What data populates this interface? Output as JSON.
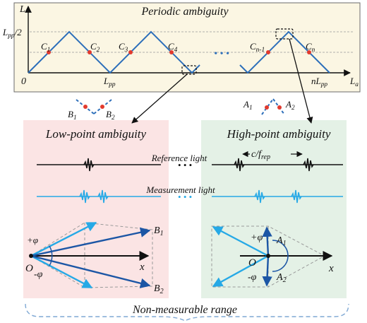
{
  "colors": {
    "top_panel_bg": "#fbf6e3",
    "low_panel_bg": "#fbe4e4",
    "high_panel_bg": "#e4f1e6",
    "zigzag_blue": "#2d6fba",
    "marker_red": "#e23a2e",
    "light_blue": "#26a9e6",
    "dark_blue": "#1c56a5"
  },
  "periodic_panel": {
    "title": "Periodic ambiguity",
    "y_axis_label": "L",
    "y_tick_label": "Lpp/2",
    "x_axis_label": "La",
    "origin_label": "0",
    "x_ticks": [
      "Lpp",
      "nLpp"
    ],
    "points": [
      "C1",
      "C2",
      "C3",
      "C4",
      "Cn-1",
      "Cn"
    ],
    "ellipsis": "• • •"
  },
  "inset_labels": {
    "low": [
      "B1",
      "B2"
    ],
    "high": [
      "A1",
      "A2"
    ]
  },
  "low_panel": {
    "title": "Low-point ambiguity",
    "phase_plus": "+φ",
    "phase_minus": "-φ",
    "origin": "O",
    "x_label": "x",
    "corner_top": "B1",
    "corner_bottom": "B2"
  },
  "high_panel": {
    "title": "High-point ambiguity",
    "period_label": "c/frep",
    "phase_plus": "+φ",
    "phase_minus": "-φ",
    "origin": "O",
    "x_label": "x",
    "corner_top": "A1",
    "corner_bottom": "A2"
  },
  "signals": {
    "reference_label": "Reference light",
    "measurement_label": "Measurement light",
    "dots_black": "• • •",
    "dots_blue": "• • •"
  },
  "footer": {
    "range_label": "Non-measurable range"
  }
}
